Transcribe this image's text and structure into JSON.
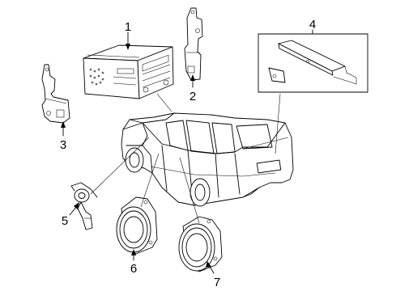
{
  "callouts": {
    "c1": "1",
    "c2": "2",
    "c3": "3",
    "c4": "4",
    "c5": "5",
    "c6": "6",
    "c7": "7"
  },
  "parts": [
    {
      "label": "1",
      "icon": "radio-head-unit"
    },
    {
      "label": "2",
      "icon": "mounting-bracket"
    },
    {
      "label": "3",
      "icon": "mounting-bracket"
    },
    {
      "label": "4",
      "icon": "amplifier-module"
    },
    {
      "label": "5",
      "icon": "tweeter-speaker"
    },
    {
      "label": "6",
      "icon": "door-speaker"
    },
    {
      "label": "7",
      "icon": "door-speaker"
    }
  ],
  "colors": {
    "line": "#000000",
    "background": "#ffffff"
  }
}
